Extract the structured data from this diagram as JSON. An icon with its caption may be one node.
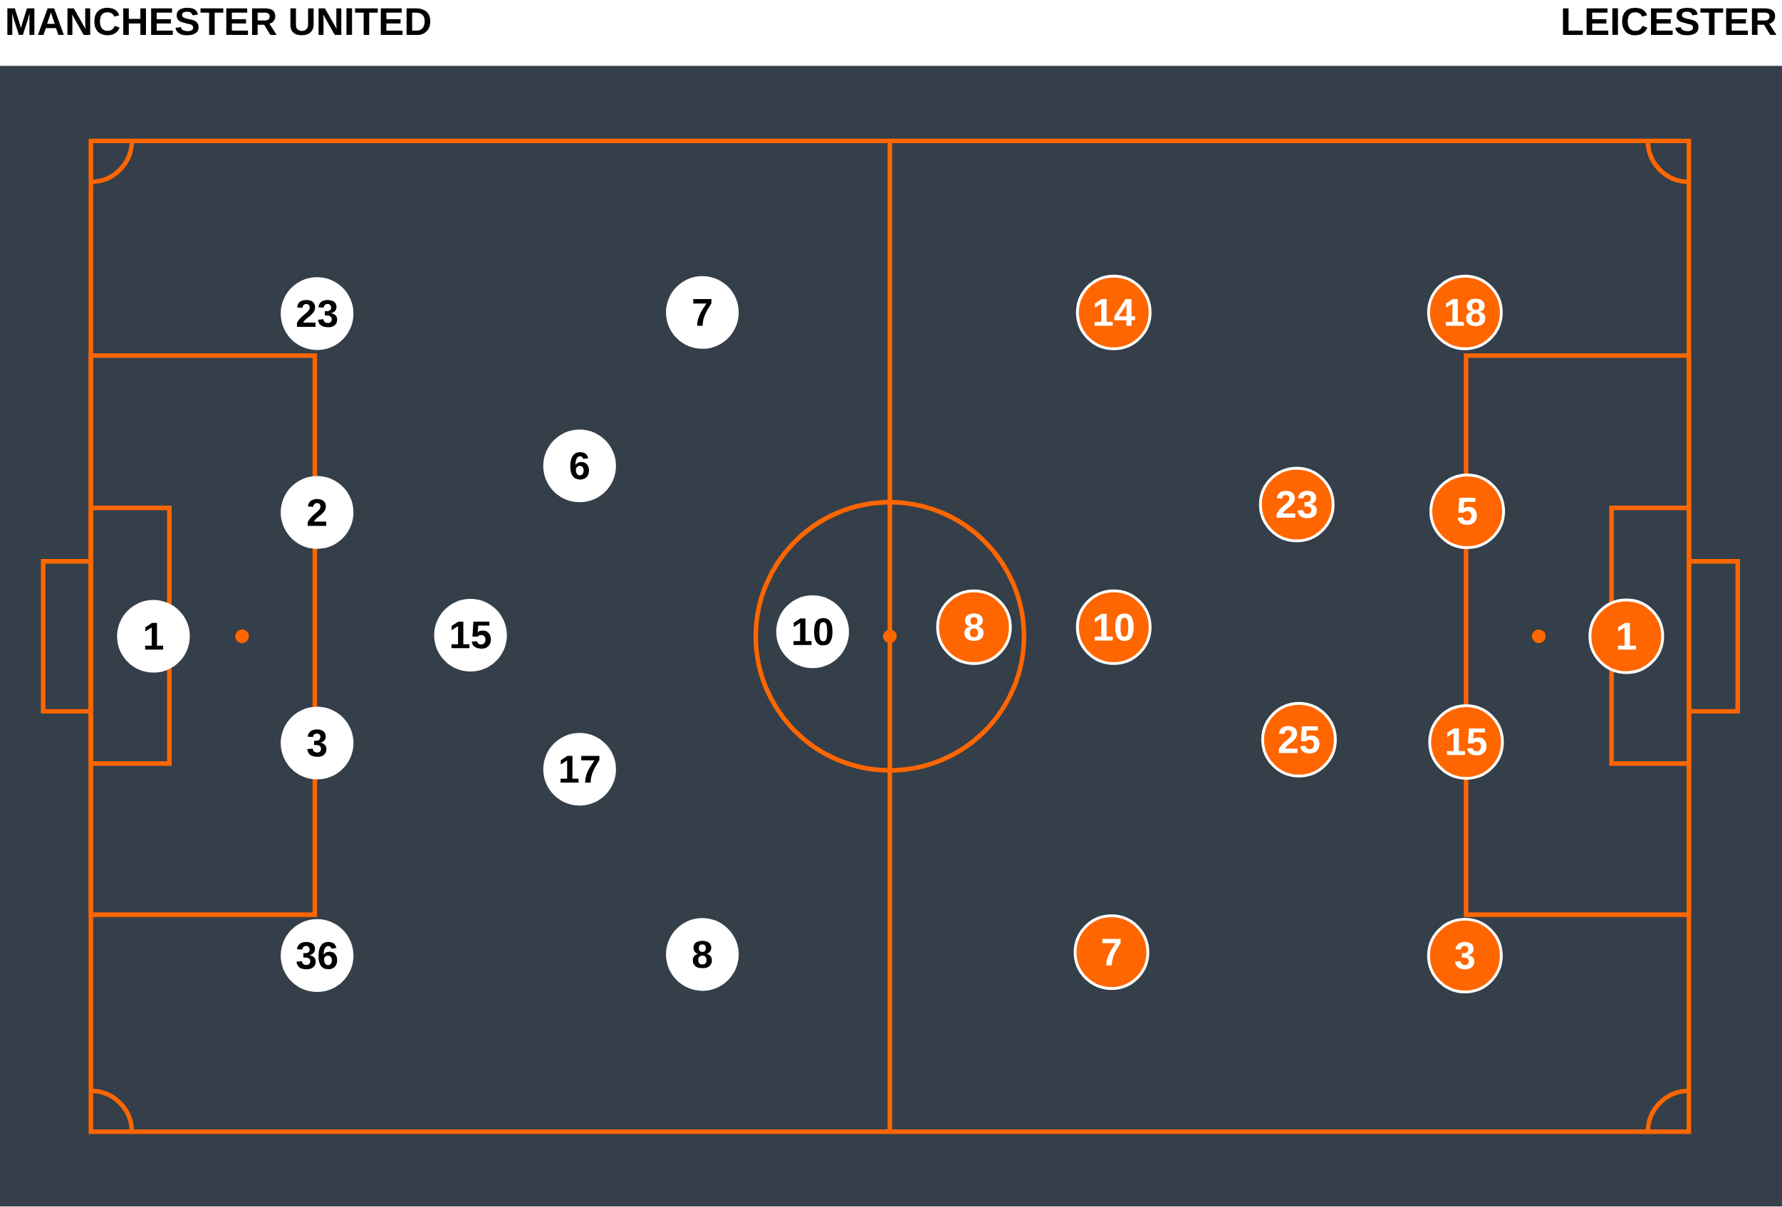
{
  "diagram": {
    "nodes": [
      {
        "text": [
          "23"
        ]
      },
      {
        "text": [
          "7"
        ]
      },
      {
        "text": [
          "6"
        ]
      },
      {
        "text": [
          "2"
        ]
      },
      {
        "text": [
          "1"
        ]
      },
      {
        "text": [
          "15"
        ]
      },
      {
        "text": [
          "10"
        ]
      },
      {
        "text": [
          "3"
        ]
      },
      {
        "text": [
          "17"
        ]
      },
      {
        "text": [
          "36"
        ]
      },
      {
        "text": [
          "8"
        ]
      },
      {
        "text": [
          "14"
        ]
      },
      {
        "text": [
          "18"
        ]
      },
      {
        "text": [
          "23"
        ]
      },
      {
        "text": [
          "5"
        ]
      },
      {
        "text": [
          "8"
        ]
      },
      {
        "text": [
          "10"
        ]
      },
      {
        "text": [
          "1"
        ]
      },
      {
        "text": [
          "25"
        ]
      },
      {
        "text": [
          "15"
        ]
      },
      {
        "text": [
          "7"
        ]
      },
      {
        "text": [
          "3"
        ]
      }
    ],
    "labels": [
      "MANCHESTER UNITED",
      "LEICESTER"
    ]
  }
}
